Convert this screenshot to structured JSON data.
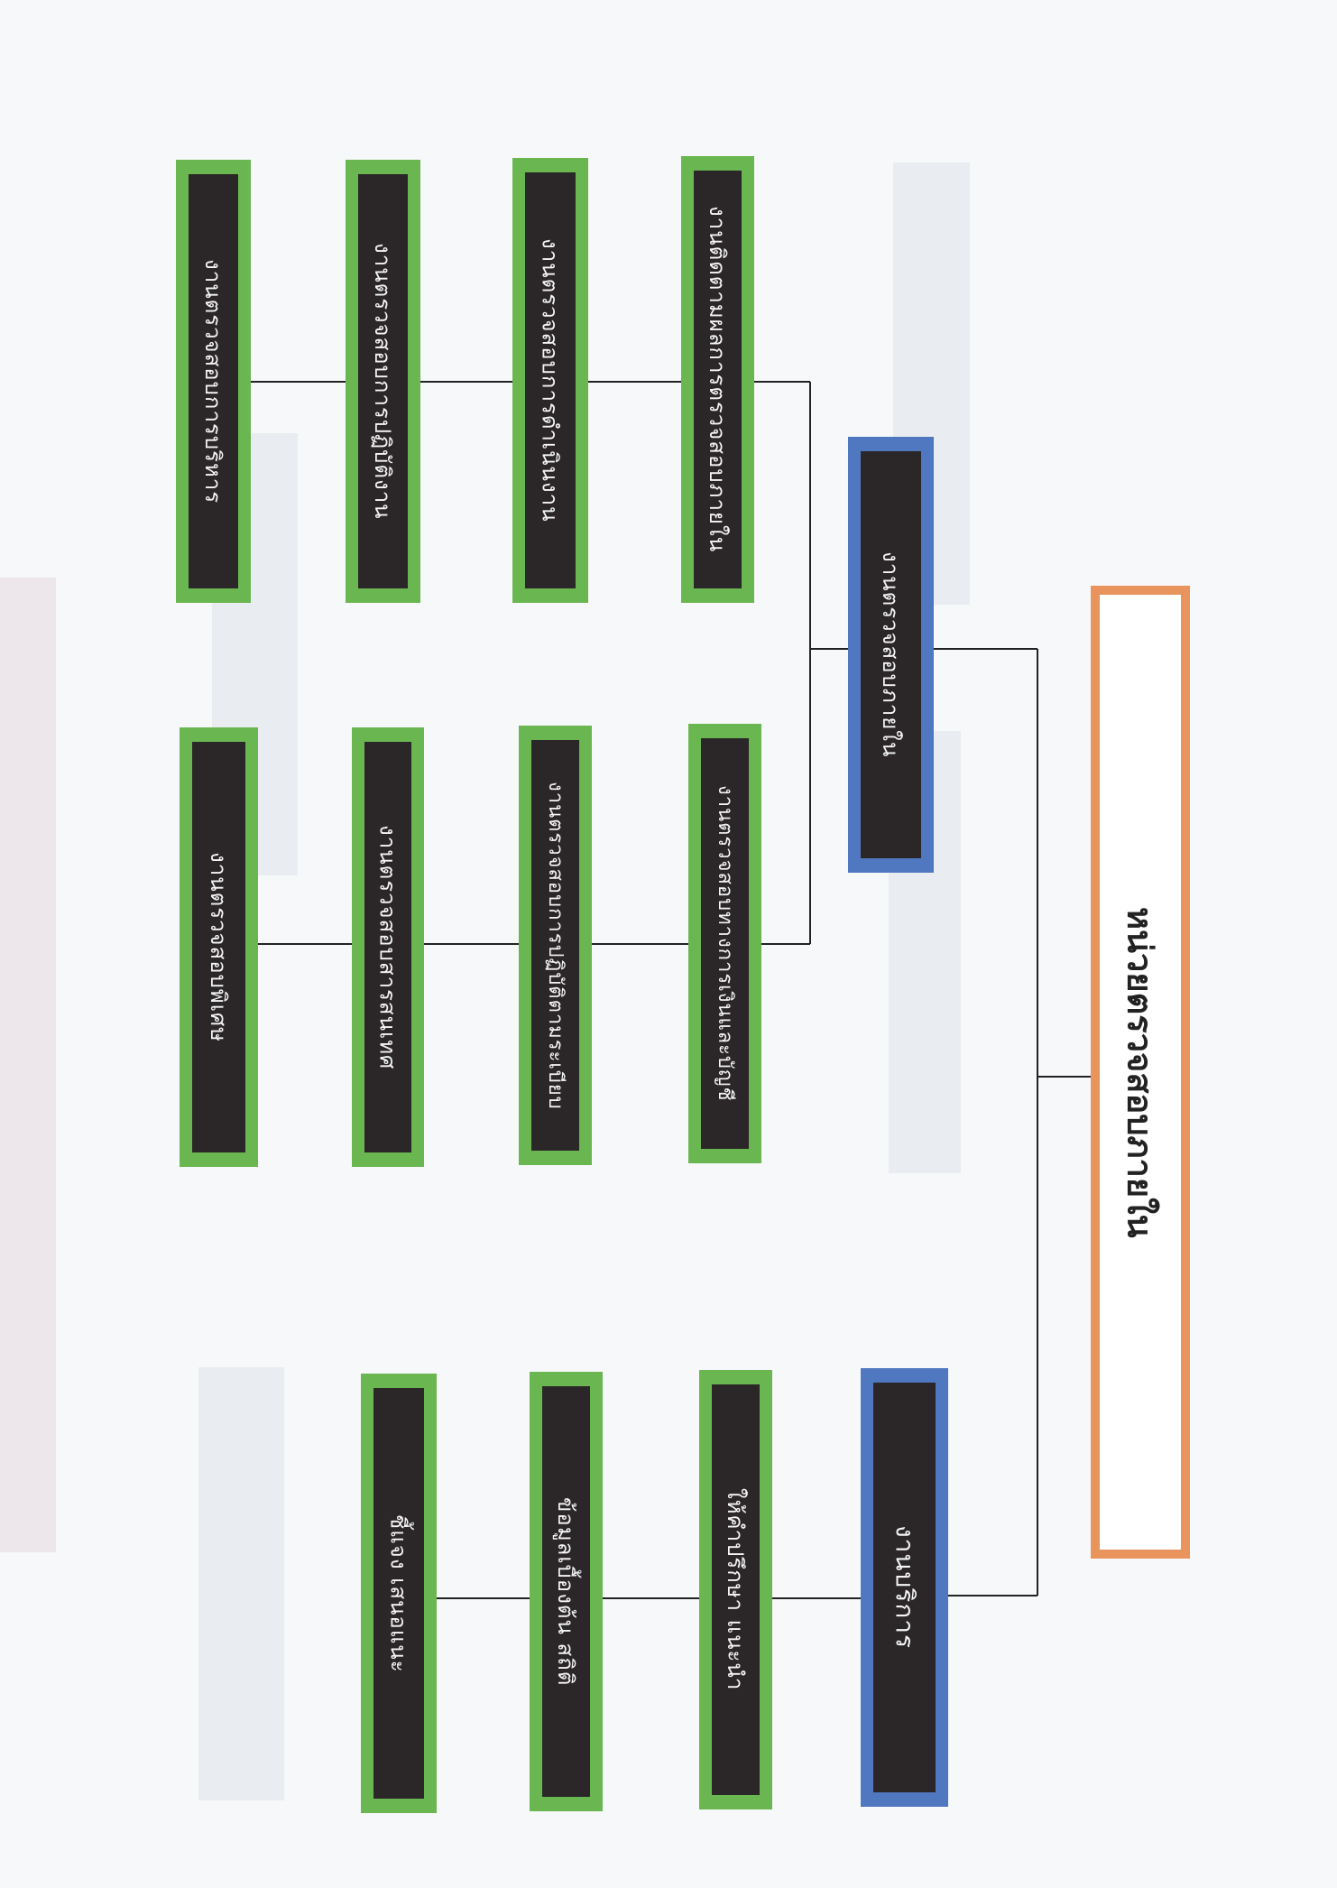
{
  "title": "หน่วยตรวจสอบภายใน",
  "divisions": {
    "audit": "งานตรวจสอบภายใน",
    "service": "งานบริการ"
  },
  "audit_top_row": [
    "งานตรวจสอบการบริหาร",
    "งานตรวจสอบการปฏิบัติงาน",
    "งานตรวจสอบการดำเนินงาน",
    "งานติดตามผลการตรวจสอบภายใน"
  ],
  "audit_middle_row": [
    "งานตรวจสอบพิเศษ",
    "งานตรวจสอบสารสนเทศ",
    "งานตรวจสอบการปฏิบัติตามระเบียบ",
    "งานตรวจสอบทางการเงินและบัญชี"
  ],
  "service_row": [
    "ชี้แจง เสนอแนะ",
    "ข้อมูลเบื้องต้น สถิติ",
    "ให้คำปรึกษา แนะนำ"
  ],
  "colors": {
    "unit_border": "#e8945c",
    "division_border": "#4f78c0",
    "task_border": "#6ab651",
    "box_fill": "#2b2728"
  }
}
